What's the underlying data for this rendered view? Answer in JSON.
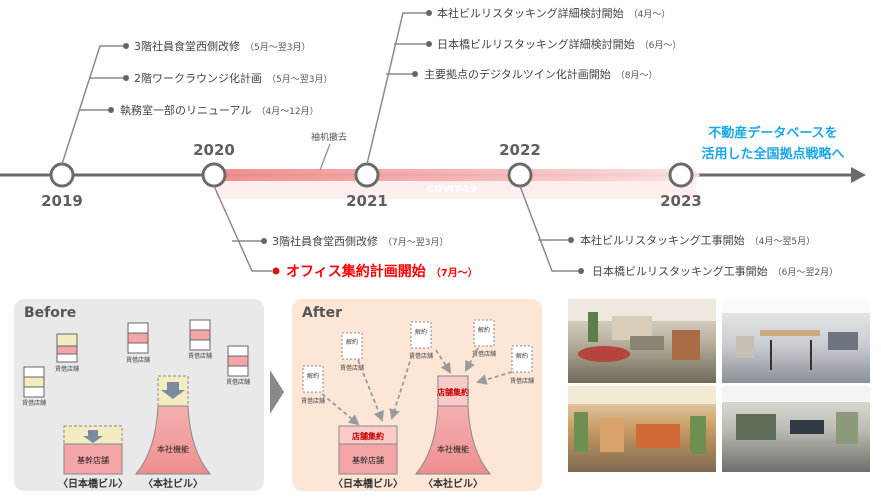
{
  "timeline": {
    "years": [
      "2019",
      "2020",
      "2021",
      "2022",
      "2023"
    ],
    "band_label": "COVIT-19",
    "above_2019": [
      {
        "text": "3階社員食堂西側改修",
        "period": "（5月～翌3月）"
      },
      {
        "text": "2階ワークラウンジ化計画",
        "period": "（5月～翌3月）"
      },
      {
        "text": "執務室一部のリニューアル",
        "period": "（4月～12月）"
      }
    ],
    "note_2021": "袖机撤去",
    "above_2021": [
      {
        "text": "本社ビルリスタッキング詳細検討開始",
        "period": "（4月～）"
      },
      {
        "text": "日本橋ビルリスタッキング詳細検討開始",
        "period": "（6月～）"
      },
      {
        "text": "主要拠点のデジタルツイン化計画開始",
        "period": "（8月～）"
      }
    ],
    "below_2020": [
      {
        "text": "3階社員食堂西側改修",
        "period": "（7月～翌3月）"
      },
      {
        "text": "オフィス集約計画開始",
        "period": "（7月～）"
      }
    ],
    "below_2022": [
      {
        "text": "本社ビルリスタッキング工事開始",
        "period": "（4月～翌5月）"
      },
      {
        "text": "日本橋ビルリスタッキング工事開始",
        "period": "（6月～翌2月）"
      }
    ],
    "future_line1": "不動産データベースを",
    "future_line2": "活用した全国拠点戦略へ"
  },
  "before": {
    "title": "Before",
    "small_label": "賃借店舗",
    "nihonbashi_label": "基幹店舗",
    "honsha_label": "本社機能",
    "caption_nihonbashi": "〈日本橋ビル〉",
    "caption_honsha": "〈本社ビル〉"
  },
  "after": {
    "title": "After",
    "small_label": "賃借店舗",
    "vacated_label": "解約",
    "store_consolidation": "店舗集約",
    "nihonbashi_label": "基幹店舗",
    "honsha_label": "本社機能",
    "caption_nihonbashi": "〈日本橋ビル〉",
    "caption_honsha": "〈本社ビル〉"
  },
  "colors": {
    "accent_red": "#ff0000",
    "future_blue": "#1aa7e8",
    "band_pink": "#f0a0a0",
    "before_bg": "#e9e9e9",
    "after_bg": "#fde6d6",
    "building_pink": "#f4a5a5",
    "hatch_yellow": "#f2ecc0"
  }
}
